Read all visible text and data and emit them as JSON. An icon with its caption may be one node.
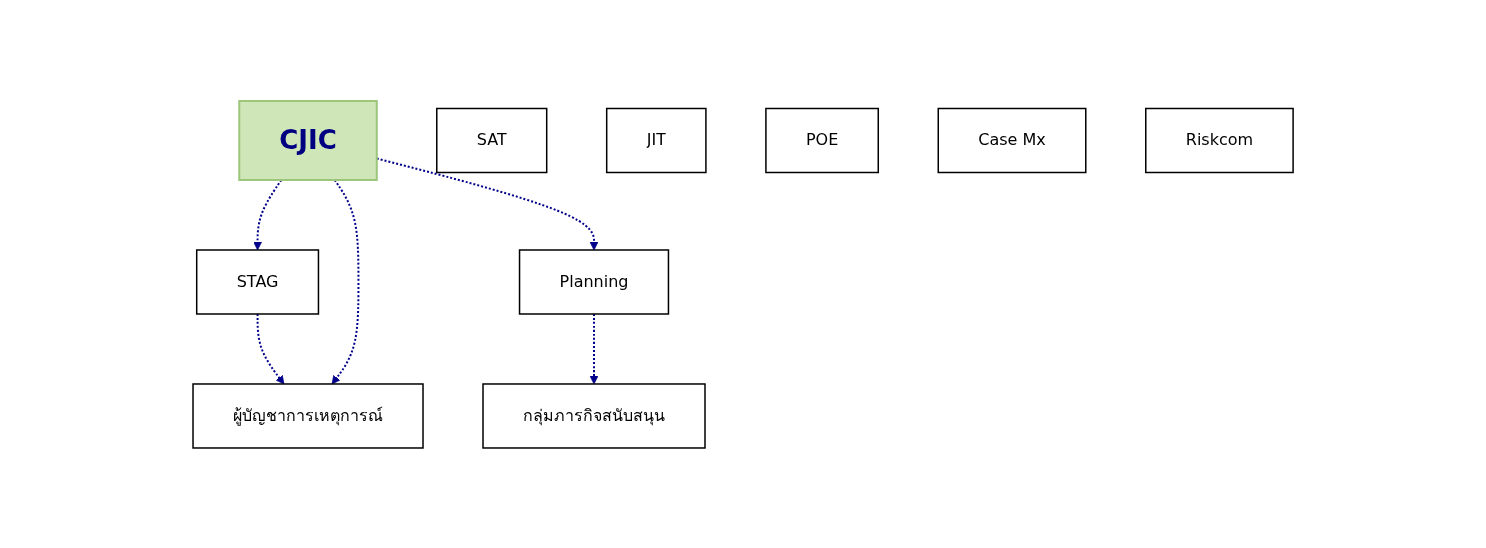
{
  "diagram": {
    "nodes": [
      {
        "text": [
          "ผู้บัญชาการเหตุการณ์"
        ]
      },
      {
        "text": [
          "STAG"
        ]
      },
      {
        "text": [
          "CJIC"
        ]
      },
      {
        "text": [
          "Planning"
        ]
      },
      {
        "text": [
          "กลุ่มภารกิจสนับสนุน"
        ]
      },
      {
        "text": [
          "SAT"
        ]
      },
      {
        "text": [
          "JIT"
        ]
      },
      {
        "text": [
          "POE"
        ]
      },
      {
        "text": [
          "Case Mx"
        ]
      },
      {
        "text": [
          "Riskcom"
        ]
      }
    ],
    "edges": [
      {
        "from": 1,
        "to": 0,
        "arrow": "to",
        "style": "dashed"
      },
      {
        "from": 2,
        "to": 0,
        "arrow": "to",
        "style": "dashed"
      },
      {
        "from": 2,
        "to": 1,
        "arrow": "to",
        "style": "dashed"
      },
      {
        "from": 2,
        "to": 3,
        "arrow": "to",
        "style": "dashed"
      },
      {
        "from": 3,
        "to": 4,
        "arrow": "to",
        "style": "dashed"
      }
    ]
  }
}
